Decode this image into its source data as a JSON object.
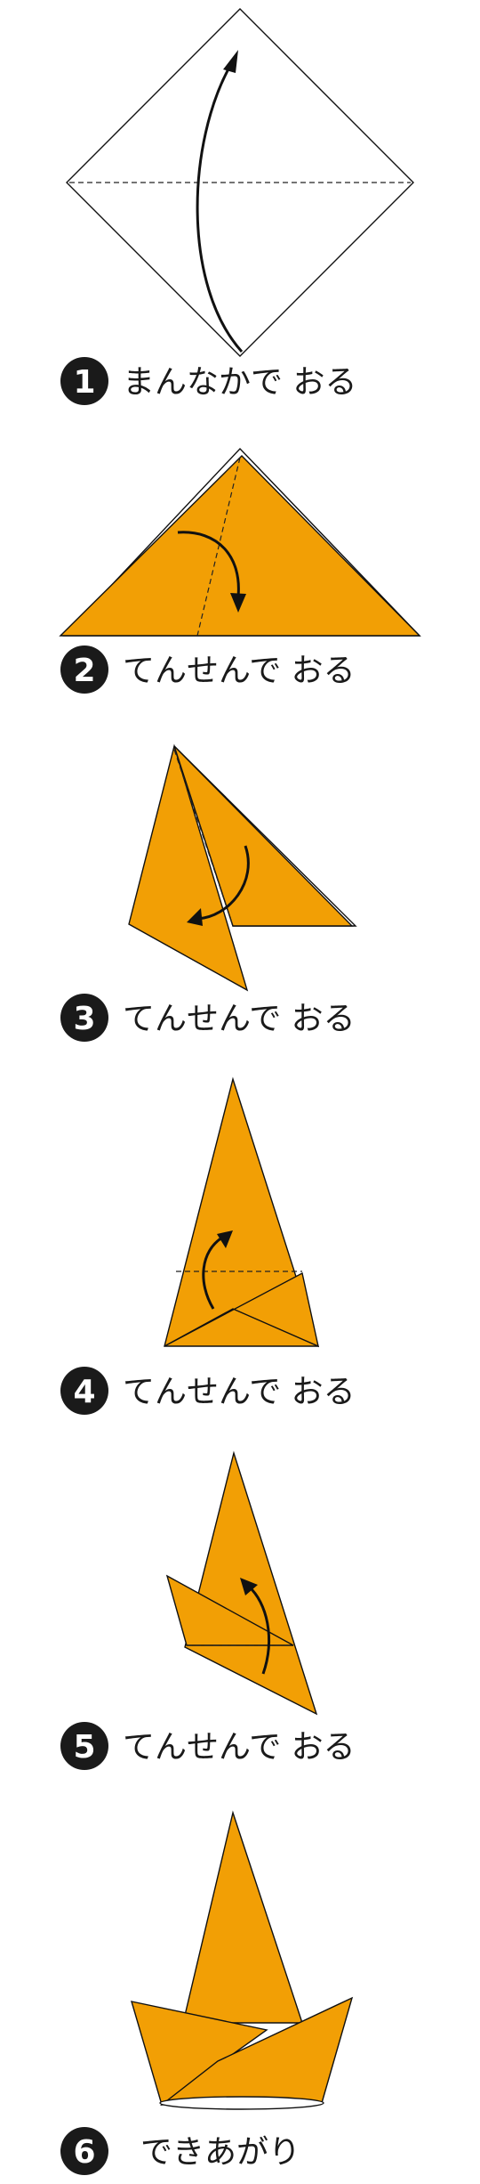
{
  "colors": {
    "paper": "#F29F05",
    "outline": "#111111",
    "badge": "#1a1a1a",
    "background": "#ffffff"
  },
  "steps": [
    {
      "number": "1",
      "instruction": "まんなかで おる"
    },
    {
      "number": "2",
      "instruction": "てんせんで おる"
    },
    {
      "number": "3",
      "instruction": "てんせんで おる"
    },
    {
      "number": "4",
      "instruction": "てんせんで おる"
    },
    {
      "number": "5",
      "instruction": "てんせんで おる"
    },
    {
      "number": "6",
      "instruction": "できあがり"
    }
  ]
}
